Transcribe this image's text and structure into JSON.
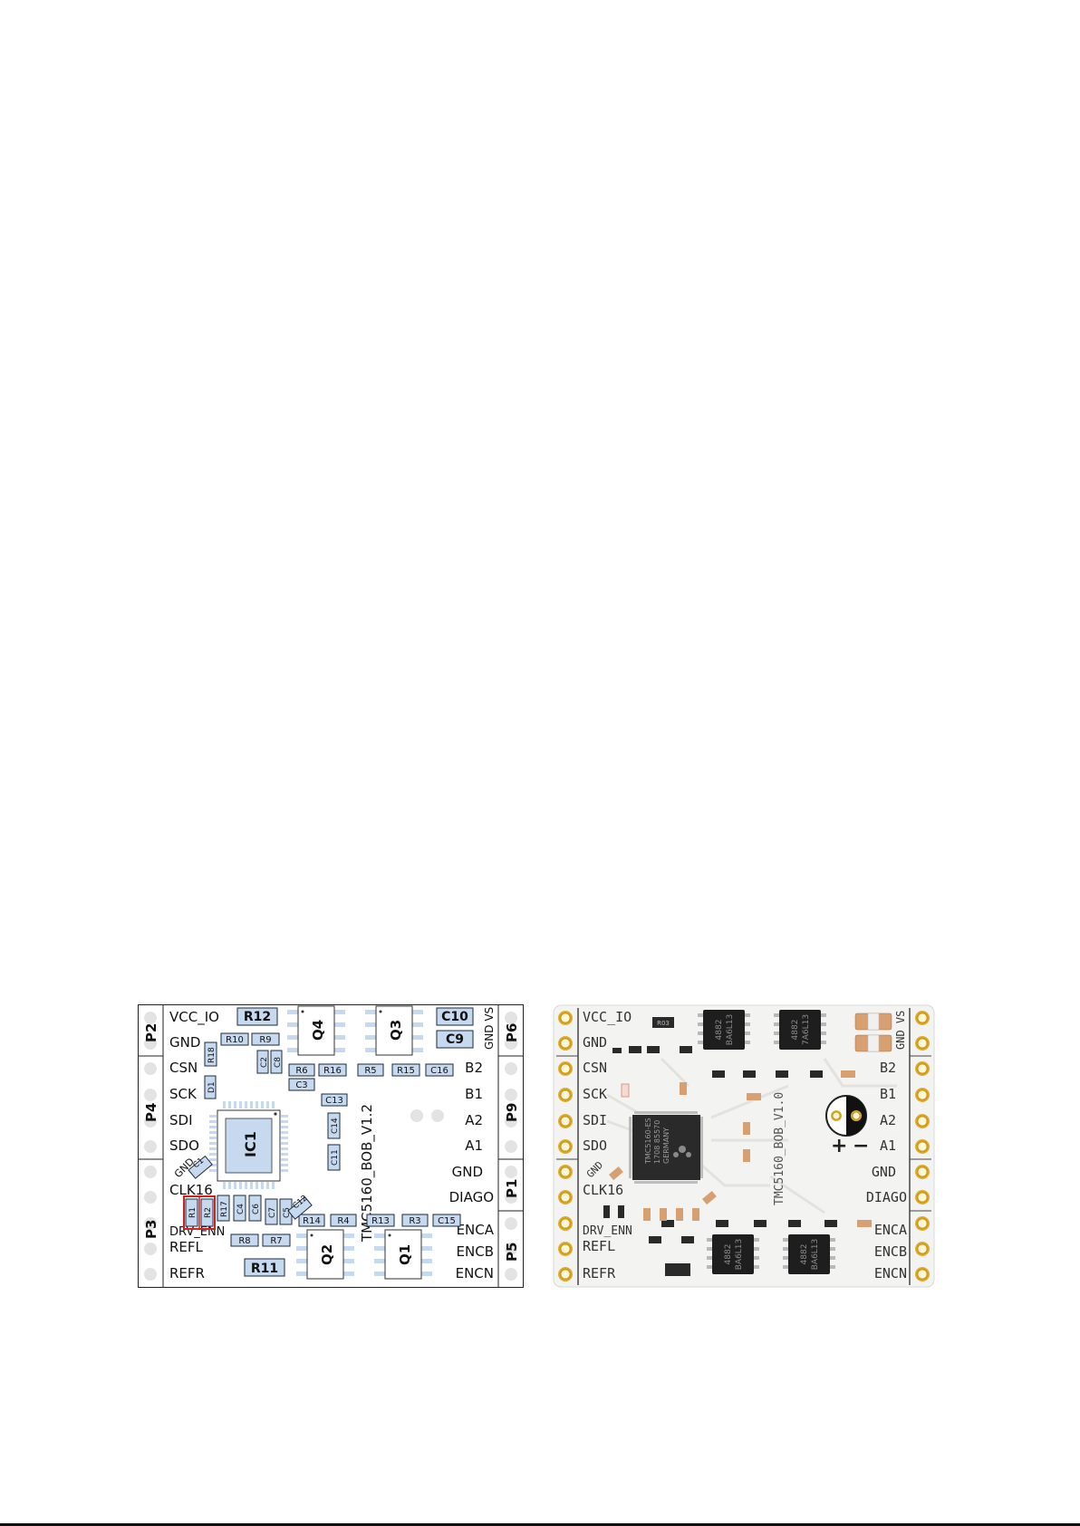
{
  "layout_diagram": {
    "left_pins": [
      {
        "label": "VCC_IO"
      },
      {
        "label": "GND"
      },
      {
        "label": "CSN"
      },
      {
        "label": "SCK"
      },
      {
        "label": "SDI"
      },
      {
        "label": "SDO"
      },
      {
        "label": "CLK16"
      },
      {
        "label": "DRV_ENN"
      },
      {
        "label": "REFL"
      },
      {
        "label": "REFR"
      }
    ],
    "right_pins": [
      {
        "label": "B2"
      },
      {
        "label": "B1"
      },
      {
        "label": "A2"
      },
      {
        "label": "A1"
      },
      {
        "label": "GND"
      },
      {
        "label": "DIAGO"
      },
      {
        "label": "ENCA"
      },
      {
        "label": "ENCB"
      },
      {
        "label": "ENCN"
      }
    ],
    "gnd_vs_label": "GND VS",
    "gnd_small_label": "GND",
    "connectors_left": [
      {
        "label": "P2"
      },
      {
        "label": "P4"
      },
      {
        "label": "P3"
      }
    ],
    "connectors_right": [
      {
        "label": "P6"
      },
      {
        "label": "P9"
      },
      {
        "label": "P1"
      },
      {
        "label": "P5"
      }
    ],
    "board_name": "TMC5160_BOB_V1.2",
    "ic_label": "IC1",
    "mosfets": [
      {
        "label": "Q4"
      },
      {
        "label": "Q3"
      },
      {
        "label": "Q2"
      },
      {
        "label": "Q1"
      }
    ],
    "parts": {
      "R12": "R12",
      "R10": "R10",
      "R9": "R9",
      "C10": "C10",
      "C9": "C9",
      "R18": "R18",
      "C2": "C2",
      "C8": "C8",
      "R6": "R6",
      "C3": "C3",
      "R16": "R16",
      "R5": "R5",
      "R15": "R15",
      "C16": "C16",
      "D1": "D1",
      "C13": "C13",
      "C14": "C14",
      "C11": "C11",
      "C1": "C1",
      "C12": "C12",
      "R1": "R1",
      "R2": "R2",
      "R17": "R17",
      "C4": "C4",
      "C6": "C6",
      "C7": "C7",
      "C5": "C5",
      "R14": "R14",
      "R4": "R4",
      "R13": "R13",
      "R3": "R3",
      "C15": "C15",
      "R8": "R8",
      "R7": "R7",
      "R11": "R11"
    }
  },
  "photo": {
    "left_pins": [
      {
        "label": "VCC_IO"
      },
      {
        "label": "GND"
      },
      {
        "label": "CSN"
      },
      {
        "label": "SCK"
      },
      {
        "label": "SDI"
      },
      {
        "label": "SDO"
      },
      {
        "label": "CLK16"
      },
      {
        "label": "DRV_ENN"
      },
      {
        "label": "REFL"
      },
      {
        "label": "REFR"
      }
    ],
    "right_pins": [
      {
        "label": "B2"
      },
      {
        "label": "B1"
      },
      {
        "label": "A2"
      },
      {
        "label": "A1"
      },
      {
        "label": "GND"
      },
      {
        "label": "DIAGO"
      },
      {
        "label": "ENCA"
      },
      {
        "label": "ENCB"
      },
      {
        "label": "ENCN"
      }
    ],
    "gnd_vs_label": "GND VS",
    "gnd_small_label": "GND",
    "board_name": "TMC5160_BOB_V1.0",
    "chip_lines": [
      "TMC5160-ES",
      "1708 85570",
      "GERMANY"
    ],
    "mosfet_marks": [
      {
        "l1": "4882",
        "l2": "BA6L13"
      },
      {
        "l1": "4882",
        "l2": "7A6L13"
      },
      {
        "l1": "4882",
        "l2": "BA6L13"
      },
      {
        "l1": "4882",
        "l2": "BA6L13"
      }
    ],
    "r03_label": "R03",
    "plus_label": "+",
    "minus_label": "−"
  },
  "colors": {
    "pad_blue": "#c6d9ef",
    "pad_edge": "#1b2a3d",
    "highlight": "#d32020",
    "gold": "#d4a017",
    "pcb_white": "#f3f3f1"
  }
}
